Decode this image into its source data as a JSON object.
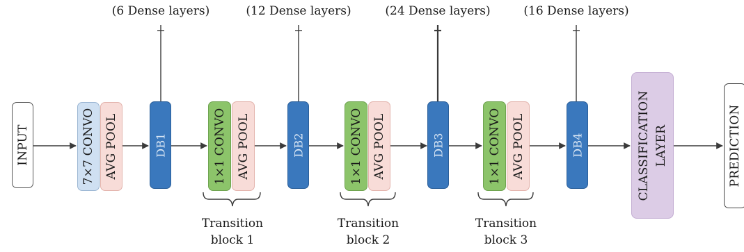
{
  "colors": {
    "input_fill": "#ffffff",
    "conv7_fill": "#cfe0f2",
    "pool_fill": "#f8dcd8",
    "db_fill": "#3a78bd",
    "conv1_fill": "#8cc46a",
    "classification_fill": "#dccce6",
    "line": "#3a3a3a"
  },
  "nodes": {
    "input": "INPUT",
    "conv7": "7×7 CONVO",
    "pool0": "AVG POOL",
    "db1": "DB1",
    "t1_conv": "1×1 CONVO",
    "t1_pool": "AVG POOL",
    "db2": "DB2",
    "t2_conv": "1×1 CONVO",
    "t2_pool": "AVG POOL",
    "db3": "DB3",
    "t3_conv": "1×1 CONVO",
    "t3_pool": "AVG POOL",
    "db4": "DB4",
    "classification_line1": "CLASSIFICATION",
    "classification_line2": "LAYER",
    "prediction": "PREDICTION"
  },
  "dense_labels": {
    "db1": "(6 Dense layers)",
    "db2": "(12 Dense layers)",
    "db3": "(24 Dense layers)",
    "db4": "(16 Dense layers)"
  },
  "transition_labels": {
    "t1_line1": "Transition",
    "t1_line2": "block 1",
    "t2_line1": "Transition",
    "t2_line2": "block 2",
    "t3_line1": "Transition",
    "t3_line2": "block 3"
  }
}
